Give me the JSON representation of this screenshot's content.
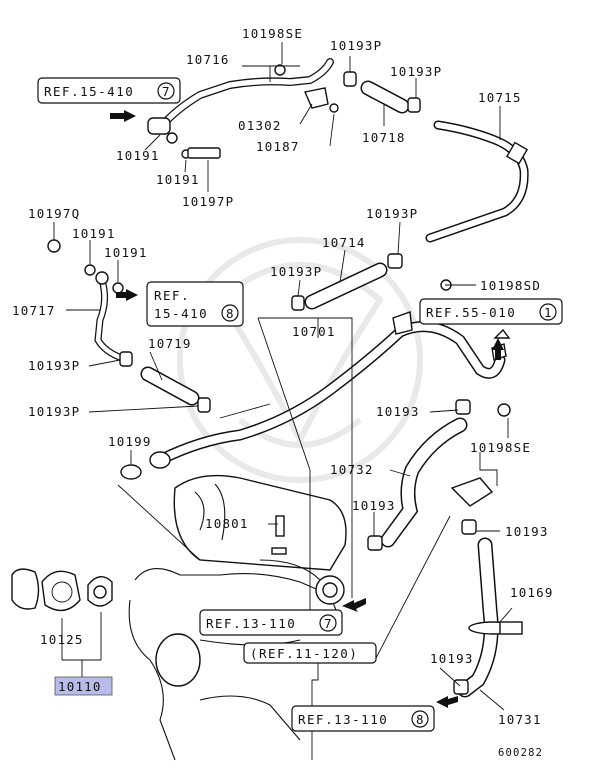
{
  "labels": {
    "p10198SE_top": "10198SE",
    "p10716": "10716",
    "p10193P_a": "10193P",
    "p10193P_b": "10193P",
    "p10715": "10715",
    "p01302": "01302",
    "p10718": "10718",
    "p10187": "10187",
    "p10191_a": "10191",
    "p10191_b": "10191",
    "p10197P": "10197P",
    "p10197Q": "10197Q",
    "p10191_c": "10191",
    "p10191_d": "10191",
    "p10193P_c": "10193P",
    "p10714": "10714",
    "p10193P_d": "10193P",
    "p10198SD": "10198SD",
    "p10717": "10717",
    "p10701": "10701",
    "p10193P_e": "10193P",
    "p10719": "10719",
    "p10193P_f": "10193P",
    "p10193_a": "10193",
    "p10199": "10199",
    "p10198SE_mid": "10198SE",
    "p10732": "10732",
    "p10801": "10801",
    "p10193_b": "10193",
    "p10193_c": "10193",
    "p10169": "10169",
    "p10125": "10125",
    "p10110": "10110",
    "p10193_d": "10193",
    "p10731": "10731",
    "diagram_id": "600282"
  },
  "refs": {
    "r1": {
      "text": "REF.15-410",
      "num": "7"
    },
    "r2_line1": "REF.",
    "r2_line2": "15-410",
    "r2_num": "8",
    "r3": {
      "text": "REF.55-010",
      "num": "1"
    },
    "r4": {
      "text": "REF.13-110",
      "num": "7"
    },
    "r5": "(REF.11-120)",
    "r6": {
      "text": "REF.13-110",
      "num": "8"
    }
  },
  "colors": {
    "highlight": "#b9bce8",
    "ink": "#111111"
  }
}
